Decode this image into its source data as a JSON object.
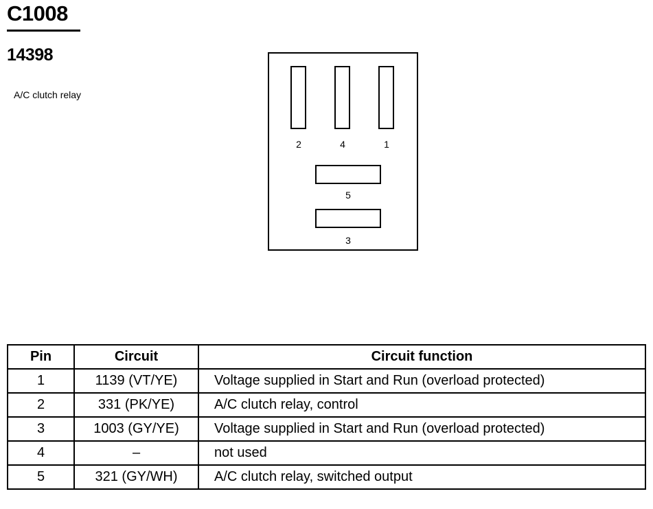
{
  "connector": {
    "id": "C1008",
    "part_number": "14398",
    "description": "A/C clutch relay"
  },
  "face_view": {
    "pins": [
      {
        "label": "2"
      },
      {
        "label": "4"
      },
      {
        "label": "1"
      },
      {
        "label": "5"
      },
      {
        "label": "3"
      }
    ]
  },
  "table": {
    "headers": [
      "Pin",
      "Circuit",
      "Circuit function"
    ],
    "rows": [
      {
        "pin": "1",
        "circuit": "1139 (VT/YE)",
        "function": "Voltage supplied in Start and Run (overload protected)"
      },
      {
        "pin": "2",
        "circuit": "331 (PK/YE)",
        "function": "A/C clutch relay, control"
      },
      {
        "pin": "3",
        "circuit": "1003 (GY/YE)",
        "function": "Voltage supplied in Start and Run (overload protected)"
      },
      {
        "pin": "4",
        "circuit": "–",
        "function": "not used"
      },
      {
        "pin": "5",
        "circuit": "321 (GY/WH)",
        "function": "A/C clutch relay, switched output"
      }
    ]
  }
}
